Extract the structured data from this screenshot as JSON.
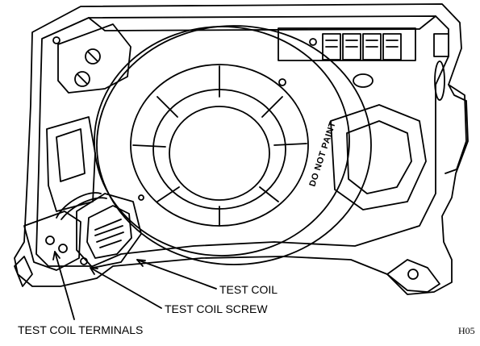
{
  "figure": {
    "stamp_text": "DO NOT PAINT",
    "drawing_code": "H05"
  },
  "callouts": [
    {
      "id": "test-coil",
      "text": "TEST COIL"
    },
    {
      "id": "test-coil-screw",
      "text": "TEST COIL SCREW"
    },
    {
      "id": "test-coil-terminals",
      "text": "TEST COIL TERMINALS"
    }
  ]
}
